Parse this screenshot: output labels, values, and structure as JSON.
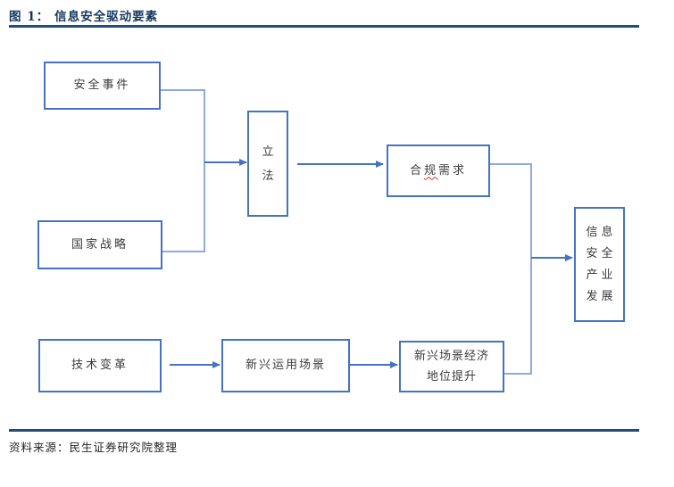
{
  "header": {
    "figure_label": "图 1：",
    "title": "信息安全驱动要素"
  },
  "diagram": {
    "boxes": {
      "security_events": {
        "label": "安全事件"
      },
      "national_strategy": {
        "label": "国家战略"
      },
      "legislation": {
        "lines": [
          "立",
          "法"
        ]
      },
      "compliance": {
        "prefix": "合",
        "flagged": "规",
        "suffix": "需求"
      },
      "industry_development": {
        "lines": [
          "信息",
          "安全",
          "产业",
          "发展"
        ]
      },
      "tech_change": {
        "label": "技术变革"
      },
      "emerging_scenarios": {
        "label": "新兴运用场景"
      },
      "economic_status": {
        "lines": [
          "新兴场景经济",
          "地位提升"
        ]
      }
    }
  },
  "footer": {
    "source": "资料来源：民生证券研究院整理"
  },
  "colors": {
    "accent_navy": "#1F4E79",
    "title_text": "#17375E",
    "box_border": "#4472C4",
    "connector_light": "#8FAADC",
    "arrow": "#4472C4",
    "box_text": "#3B3B3B",
    "spellcheck_wave": "#E03030"
  }
}
